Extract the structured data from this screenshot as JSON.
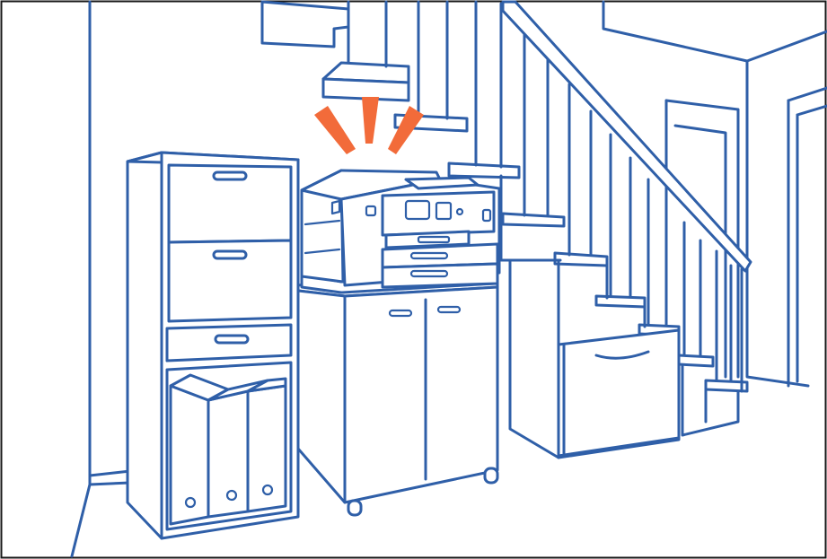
{
  "colors": {
    "line": "#2f5fa8",
    "accent": "#f26b3a",
    "background": "#ffffff",
    "frame": "#1a1a1a"
  },
  "scene": {
    "subjects": [
      "storage-shelf",
      "printer",
      "printer-cabinet",
      "staircase",
      "door",
      "attention-marks"
    ]
  }
}
